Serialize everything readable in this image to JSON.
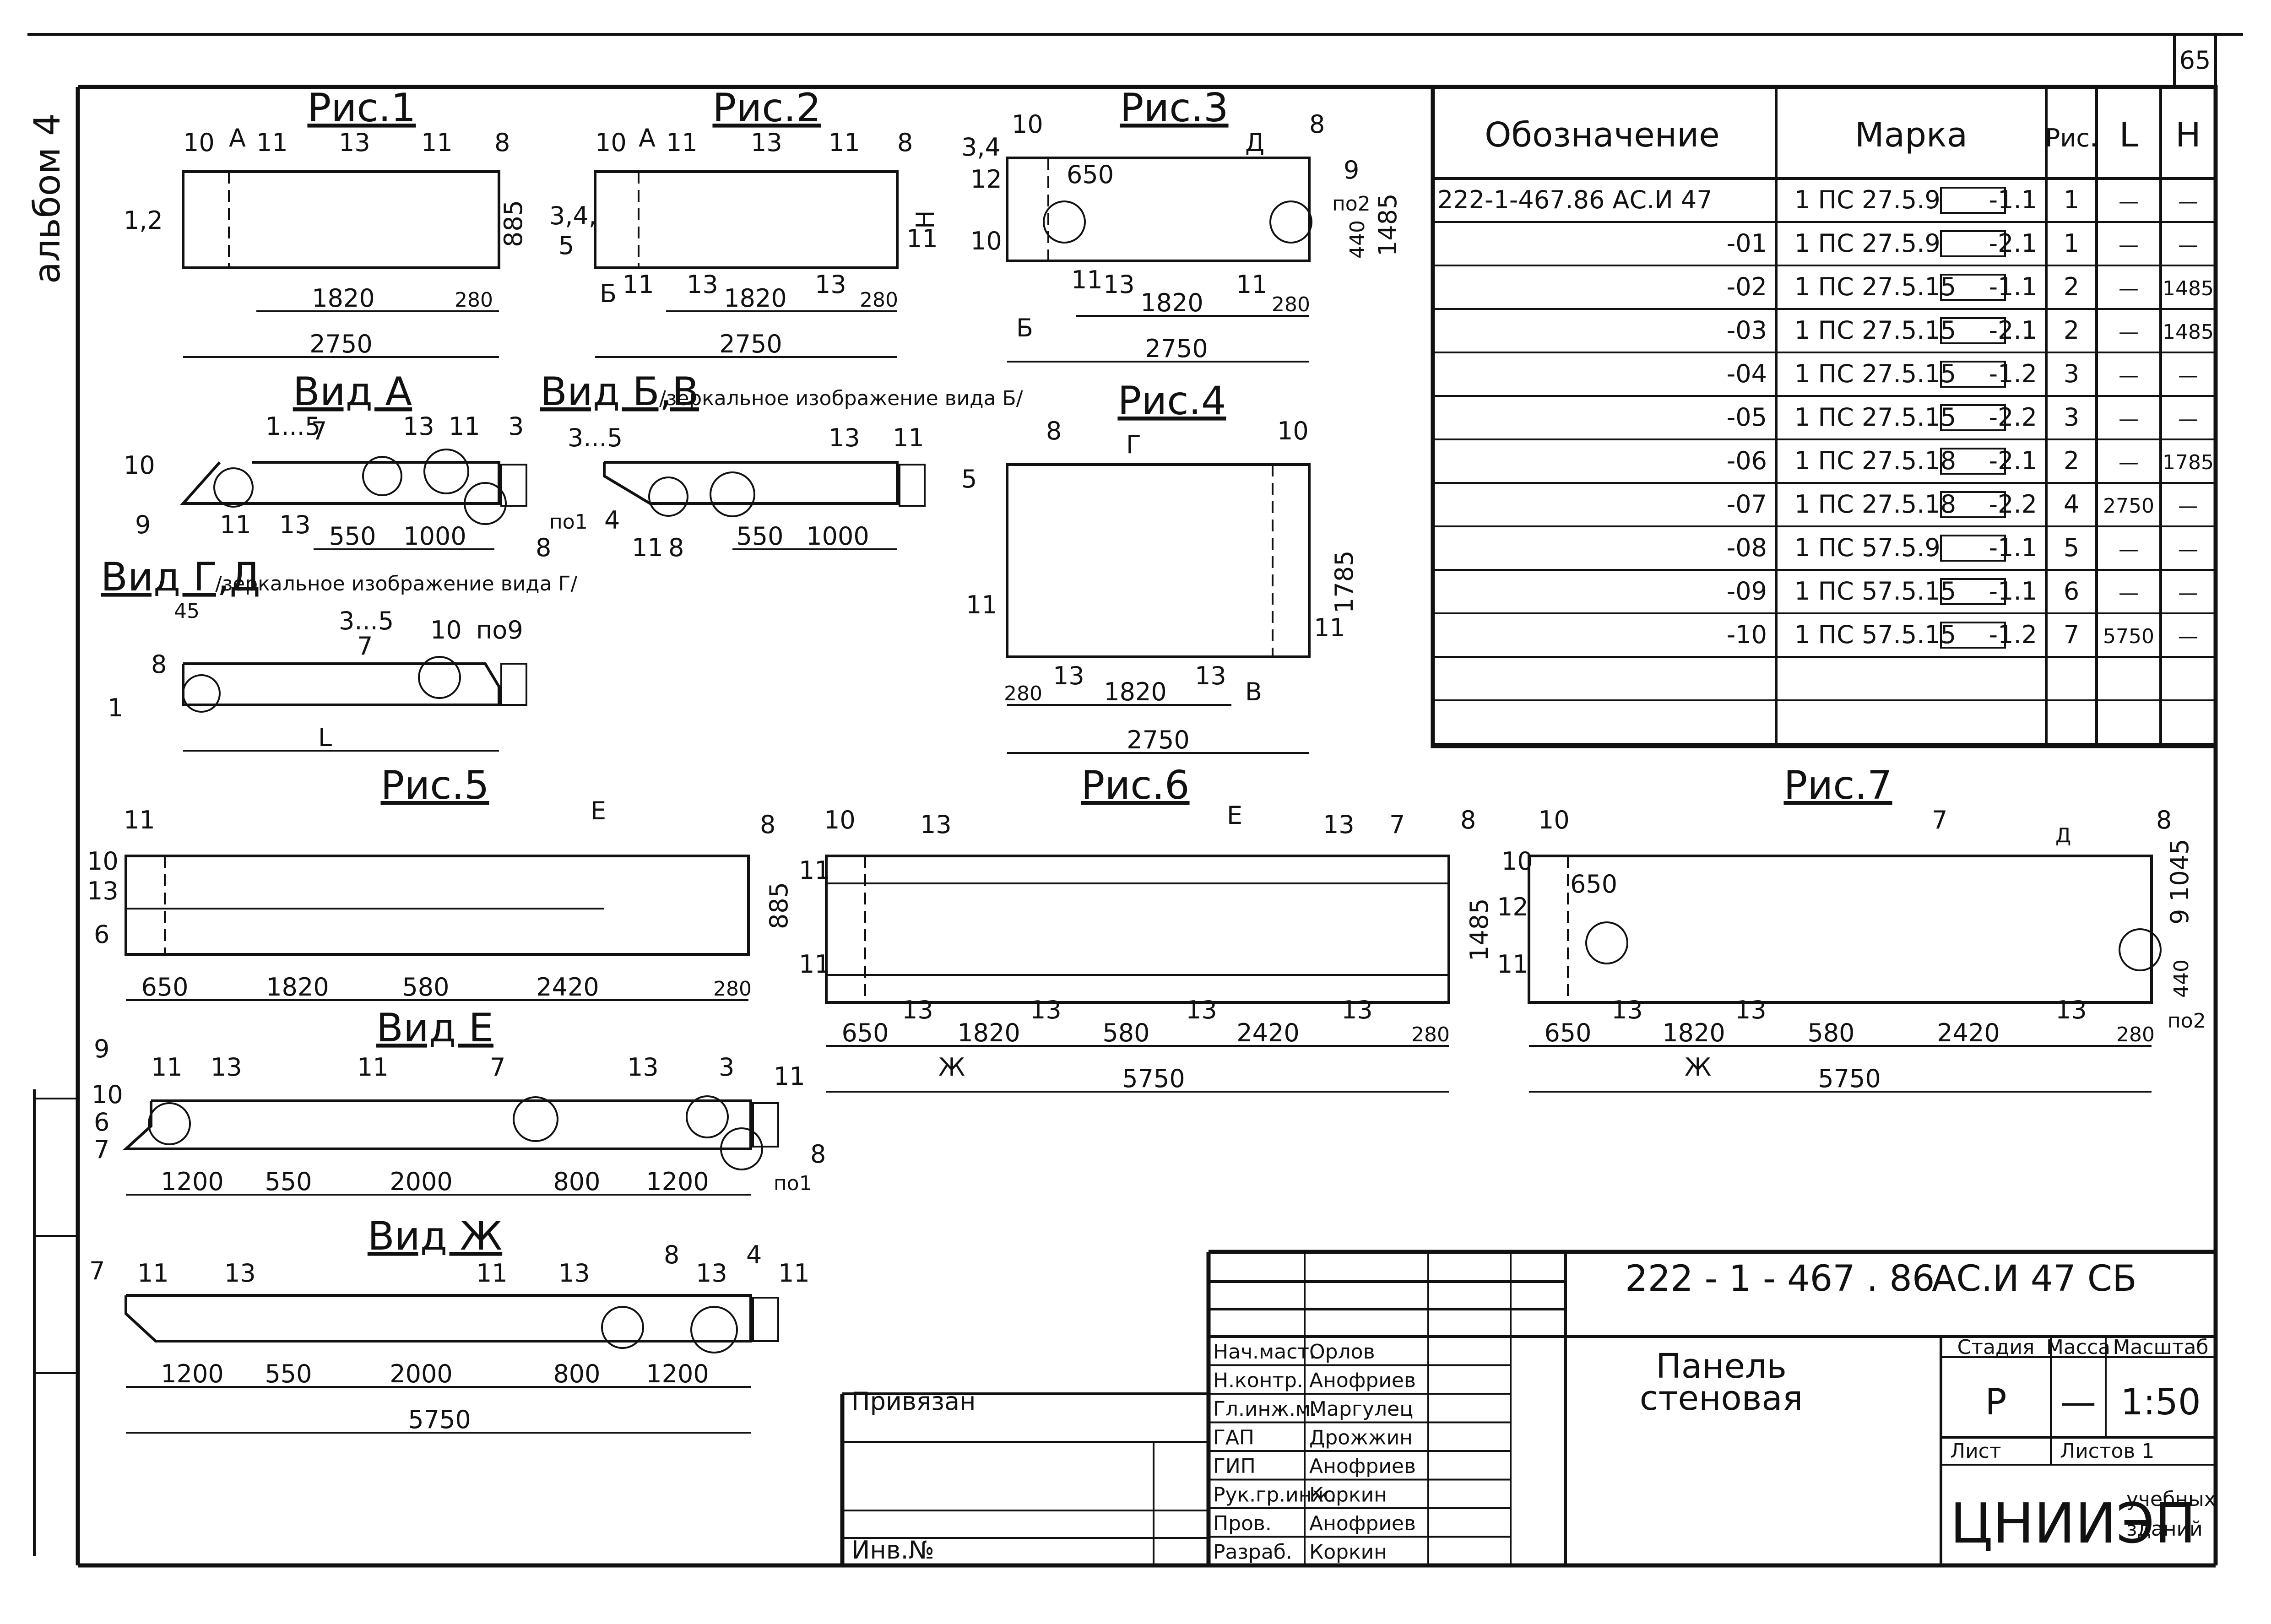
{
  "sheet": {
    "page_number": "65",
    "album_note": "альбом 4"
  },
  "figures": {
    "fig1": {
      "title": "Рис.1",
      "labels": {
        "a": "10",
        "b": "А",
        "c": "11",
        "d": "13",
        "e": "11",
        "f": "8",
        "g": "1,2",
        "h": "885",
        "dim_mid": "1820",
        "dim_end": "280",
        "dim_total": "2750"
      }
    },
    "fig2": {
      "title": "Рис.2",
      "labels": {
        "a": "10",
        "b": "А",
        "c": "11",
        "d": "13",
        "e": "11",
        "f": "8",
        "g": "3,4,",
        "g2": "5",
        "h": "Н",
        "i": "11",
        "j": "Б",
        "k": "11",
        "l": "13",
        "m": "13",
        "dim_mid": "1820",
        "dim_end": "280",
        "dim_total": "2750"
      }
    },
    "fig3": {
      "title": "Рис.3",
      "labels": {
        "a": "10",
        "b": "Д",
        "c": "8",
        "d": "3,4",
        "e": "12",
        "f": "650",
        "g": "10",
        "h": "9",
        "i": "по2",
        "j": "1485",
        "k": "440",
        "l": "11",
        "m": "13",
        "n": "11",
        "o": "Б",
        "dim_mid": "1820",
        "dim_end": "280",
        "dim_total": "2750"
      }
    },
    "fig4": {
      "title": "Рис.4",
      "labels": {
        "a": "8",
        "b": "Г",
        "c": "10",
        "d": "5",
        "e": "11",
        "f": "11",
        "g": "13",
        "h": "13",
        "i": "В",
        "h_dim": "1785",
        "dim_start": "280",
        "dim_mid": "1820",
        "dim_total": "2750"
      }
    },
    "fig5": {
      "title": "Рис.5",
      "labels": {
        "a": "11",
        "b": "Е",
        "c": "10",
        "d": "8",
        "e": "13",
        "f": "6",
        "g": "885"
      },
      "dims": [
        "650",
        "1820",
        "580",
        "2420",
        "280"
      ]
    },
    "fig6": {
      "title": "Рис.6",
      "labels": {
        "a": "10",
        "b": "13",
        "c": "Е",
        "d": "13",
        "e": "7",
        "f": "8",
        "g": "11",
        "h": "11",
        "i": "1485",
        "j": "13",
        "k": "13",
        "l": "13",
        "m": "13",
        "n": "Ж"
      },
      "dims": [
        "650",
        "1820",
        "580",
        "2420",
        "280"
      ],
      "dim_total": "5750"
    },
    "fig7": {
      "title": "Рис.7",
      "labels": {
        "a": "10",
        "b": "7",
        "c": "Д",
        "d": "8",
        "e": "10",
        "f": "650",
        "g": "12",
        "h": "11",
        "i": "9",
        "j": "1045",
        "k": "440",
        "l": "по2",
        "m": "13",
        "n": "13",
        "o": "13",
        "p": "Ж"
      },
      "dims": [
        "650",
        "1820",
        "580",
        "2420",
        "280"
      ],
      "dim_total": "5750"
    }
  },
  "views": {
    "viewA": {
      "title": "Вид А",
      "labels": {
        "a": "1...5",
        "b": "7",
        "c": "13",
        "d": "11",
        "e": "3",
        "f": "10",
        "g": "9",
        "h": "11",
        "i": "13",
        "j": "8",
        "k": "по1"
      },
      "dims": [
        "550",
        "1000"
      ]
    },
    "viewBV": {
      "title": "Вид Б,В",
      "note": "/зеркальное изображение вида Б/",
      "labels": {
        "a": "3...5",
        "b": "13",
        "c": "11",
        "d": "4",
        "e": "11",
        "f": "8"
      },
      "dims": [
        "550",
        "1000"
      ]
    },
    "viewGD": {
      "title": "Вид Г,Д",
      "note": "/зеркальное изображение вида Г/",
      "labels": {
        "a": "45",
        "b": "3...5",
        "c": "7",
        "d": "10",
        "e": "по9",
        "f": "8",
        "g": "1",
        "h": "L"
      }
    },
    "viewE": {
      "title": "Вид Е",
      "labels": {
        "a": "9",
        "b": "11",
        "c": "13",
        "d": "11",
        "e": "7",
        "f": "13",
        "g": "3",
        "h": "11",
        "i": "10",
        "j": "6",
        "k": "7",
        "l": "8",
        "m": "по1"
      },
      "dims": [
        "1200",
        "550",
        "2000",
        "800",
        "1200"
      ]
    },
    "viewZh": {
      "title": "Вид Ж",
      "labels": {
        "a": "7",
        "b": "11",
        "c": "13",
        "d": "11",
        "e": "13",
        "f": "8",
        "g": "13",
        "h": "4",
        "i": "11"
      },
      "dims": [
        "1200",
        "550",
        "2000",
        "800",
        "1200"
      ],
      "dim_total": "5750"
    }
  },
  "spec_table": {
    "headers": [
      "Обозначение",
      "Марка",
      "Рис.",
      "L",
      "H"
    ],
    "rows": [
      {
        "designation": "222-1-467.86 АС.И 47",
        "mark": "1 ПС 27.5.9",
        "suffix": "-1.1",
        "fig": "1",
        "L": "—",
        "H": "—"
      },
      {
        "designation": "-01",
        "mark": "1 ПС 27.5.9",
        "suffix": "-2.1",
        "fig": "1",
        "L": "—",
        "H": "—"
      },
      {
        "designation": "-02",
        "mark": "1 ПС 27.5.15",
        "suffix": "-1.1",
        "fig": "2",
        "L": "—",
        "H": "1485"
      },
      {
        "designation": "-03",
        "mark": "1 ПС 27.5.15",
        "suffix": "-2.1",
        "fig": "2",
        "L": "—",
        "H": "1485"
      },
      {
        "designation": "-04",
        "mark": "1 ПС 27.5.15",
        "suffix": "-1.2",
        "fig": "3",
        "L": "—",
        "H": "—"
      },
      {
        "designation": "-05",
        "mark": "1 ПС 27.5.15",
        "suffix": "-2.2",
        "fig": "3",
        "L": "—",
        "H": "—"
      },
      {
        "designation": "-06",
        "mark": "1 ПС 27.5.18",
        "suffix": "-2.1",
        "fig": "2",
        "L": "—",
        "H": "1785"
      },
      {
        "designation": "-07",
        "mark": "1 ПС 27.5.18",
        "suffix": "-2.2",
        "fig": "4",
        "L": "2750",
        "H": "—"
      },
      {
        "designation": "-08",
        "mark": "1 ПС 57.5.9",
        "suffix": "-1.1",
        "fig": "5",
        "L": "—",
        "H": "—"
      },
      {
        "designation": "-09",
        "mark": "1 ПС 57.5.15",
        "suffix": "-1.1",
        "fig": "6",
        "L": "—",
        "H": "—"
      },
      {
        "designation": "-10",
        "mark": "1 ПС 57.5.15",
        "suffix": "-1.2",
        "fig": "7",
        "L": "5750",
        "H": "—"
      }
    ]
  },
  "title_block": {
    "doc_code": "222 - 1 - 467 . 86",
    "doc_suffix": "АС.И 47 СБ",
    "title_line1": "Панель",
    "title_line2": "стеновая",
    "bound_label": "Привязан",
    "inv_label": "Инв.№",
    "roles": [
      {
        "role": "Нач.маст.",
        "name": "Орлов"
      },
      {
        "role": "Н.контр.",
        "name": "Анофриев"
      },
      {
        "role": "Гл.инж.м.",
        "name": "Маргулец"
      },
      {
        "role": "ГАП",
        "name": "Дрожжин"
      },
      {
        "role": "ГИП",
        "name": "Анофриев"
      },
      {
        "role": "Рук.гр.инж.",
        "name": "Коркин"
      },
      {
        "role": "Пров.",
        "name": "Анофриев"
      },
      {
        "role": "Разраб.",
        "name": "Коркин"
      }
    ],
    "stage_label": "Стадия",
    "mass_label": "Масса",
    "scale_label": "Масштаб",
    "stage": "Р",
    "mass": "—",
    "scale": "1:50",
    "sheet_label": "Лист",
    "sheets_label": "Листов 1",
    "org": "ЦНИИЭП",
    "org_sub1": "учебных",
    "org_sub2": "зданий"
  }
}
